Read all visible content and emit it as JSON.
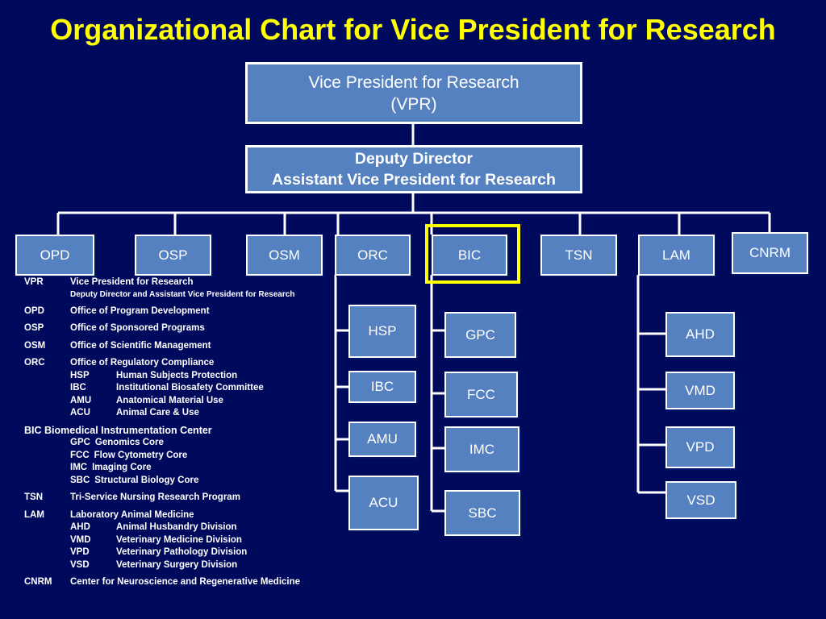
{
  "title": "Organizational Chart for Vice President for Research",
  "top": {
    "vpr_line1": "Vice President for Research",
    "vpr_line2": "(VPR)",
    "dd_line1": "Deputy Director",
    "dd_line2": "Assistant Vice President for Research"
  },
  "units": [
    "OPD",
    "OSP",
    "OSM",
    "ORC",
    "BIC",
    "TSN",
    "LAM",
    "CNRM"
  ],
  "orc_subunits": [
    "HSP",
    "IBC",
    "AMU",
    "ACU"
  ],
  "bic_subunits": [
    "GPC",
    "FCC",
    "IMC",
    "SBC"
  ],
  "lam_subunits": [
    "AHD",
    "VMD",
    "VPD",
    "VSD"
  ],
  "highlight_unit": "BIC",
  "colors": {
    "background": "#000a5c",
    "title": "#ffff00",
    "box": "#5581c1",
    "highlight": "#ffff00"
  },
  "legend": {
    "vpr": {
      "abbr": "VPR",
      "name": "Vice President for Research",
      "note": "Deputy Director and Assistant Vice President for Research"
    },
    "opd": {
      "abbr": "OPD",
      "name": "Office of Program Development"
    },
    "osp": {
      "abbr": "OSP",
      "name": "Office of Sponsored Programs"
    },
    "osm": {
      "abbr": "OSM",
      "name": "Office of Scientific Management"
    },
    "orc": {
      "abbr": "ORC",
      "name": "Office of Regulatory Compliance",
      "subs": [
        {
          "abbr": "HSP",
          "name": "Human Subjects Protection"
        },
        {
          "abbr": "IBC",
          "name": "Institutional Biosafety Committee"
        },
        {
          "abbr": "AMU",
          "name": "Anatomical Material Use"
        },
        {
          "abbr": "ACU",
          "name": "Animal Care  & Use"
        }
      ]
    },
    "bic": {
      "heading": "BIC  Biomedical Instrumentation Center",
      "subs": [
        {
          "abbr": "GPC",
          "name": "Genomics Core"
        },
        {
          "abbr": "FCC",
          "name": "Flow Cytometry Core"
        },
        {
          "abbr": "IMC",
          "name": "Imaging Core"
        },
        {
          "abbr": "SBC",
          "name": "Structural Biology Core"
        }
      ]
    },
    "tsn": {
      "abbr": "TSN",
      "name": "Tri-Service Nursing Research Program"
    },
    "lam": {
      "abbr": "LAM",
      "name": "Laboratory Animal Medicine",
      "subs": [
        {
          "abbr": "AHD",
          "name": "Animal Husbandry Division"
        },
        {
          "abbr": "VMD",
          "name": "Veterinary Medicine Division"
        },
        {
          "abbr": "VPD",
          "name": "Veterinary Pathology Division"
        },
        {
          "abbr": "VSD",
          "name": "Veterinary Surgery Division"
        }
      ]
    },
    "cnrm": {
      "abbr": "CNRM",
      "name": "Center for Neuroscience and Regenerative Medicine"
    }
  }
}
